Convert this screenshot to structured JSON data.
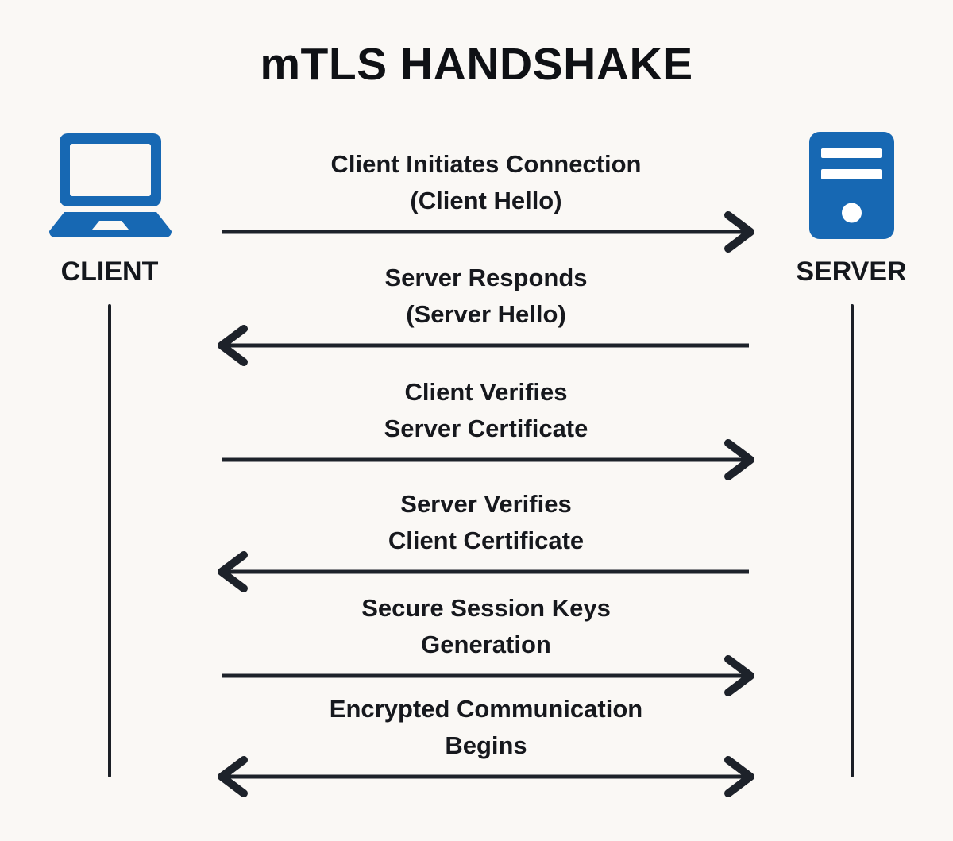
{
  "title": "mTLS HANDSHAKE",
  "actors": {
    "client": {
      "label": "CLIENT",
      "icon": "laptop-icon"
    },
    "server": {
      "label": "SERVER",
      "icon": "server-tower-icon"
    }
  },
  "colors": {
    "accent_blue": "#1768b3",
    "ink": "#1d222a",
    "background": "#faf8f5"
  },
  "messages": [
    {
      "line1": "Client Initiates Connection",
      "line2": "(Client Hello)",
      "direction": "right"
    },
    {
      "line1": "Server Responds",
      "line2": "(Server Hello)",
      "direction": "left"
    },
    {
      "line1": "Client Verifies",
      "line2": "Server Certificate",
      "direction": "right"
    },
    {
      "line1": "Server Verifies",
      "line2": "Client Certificate",
      "direction": "left"
    },
    {
      "line1": "Secure Session Keys",
      "line2": "Generation",
      "direction": "right"
    },
    {
      "line1": "Encrypted Communication",
      "line2": "Begins",
      "direction": "both"
    }
  ]
}
